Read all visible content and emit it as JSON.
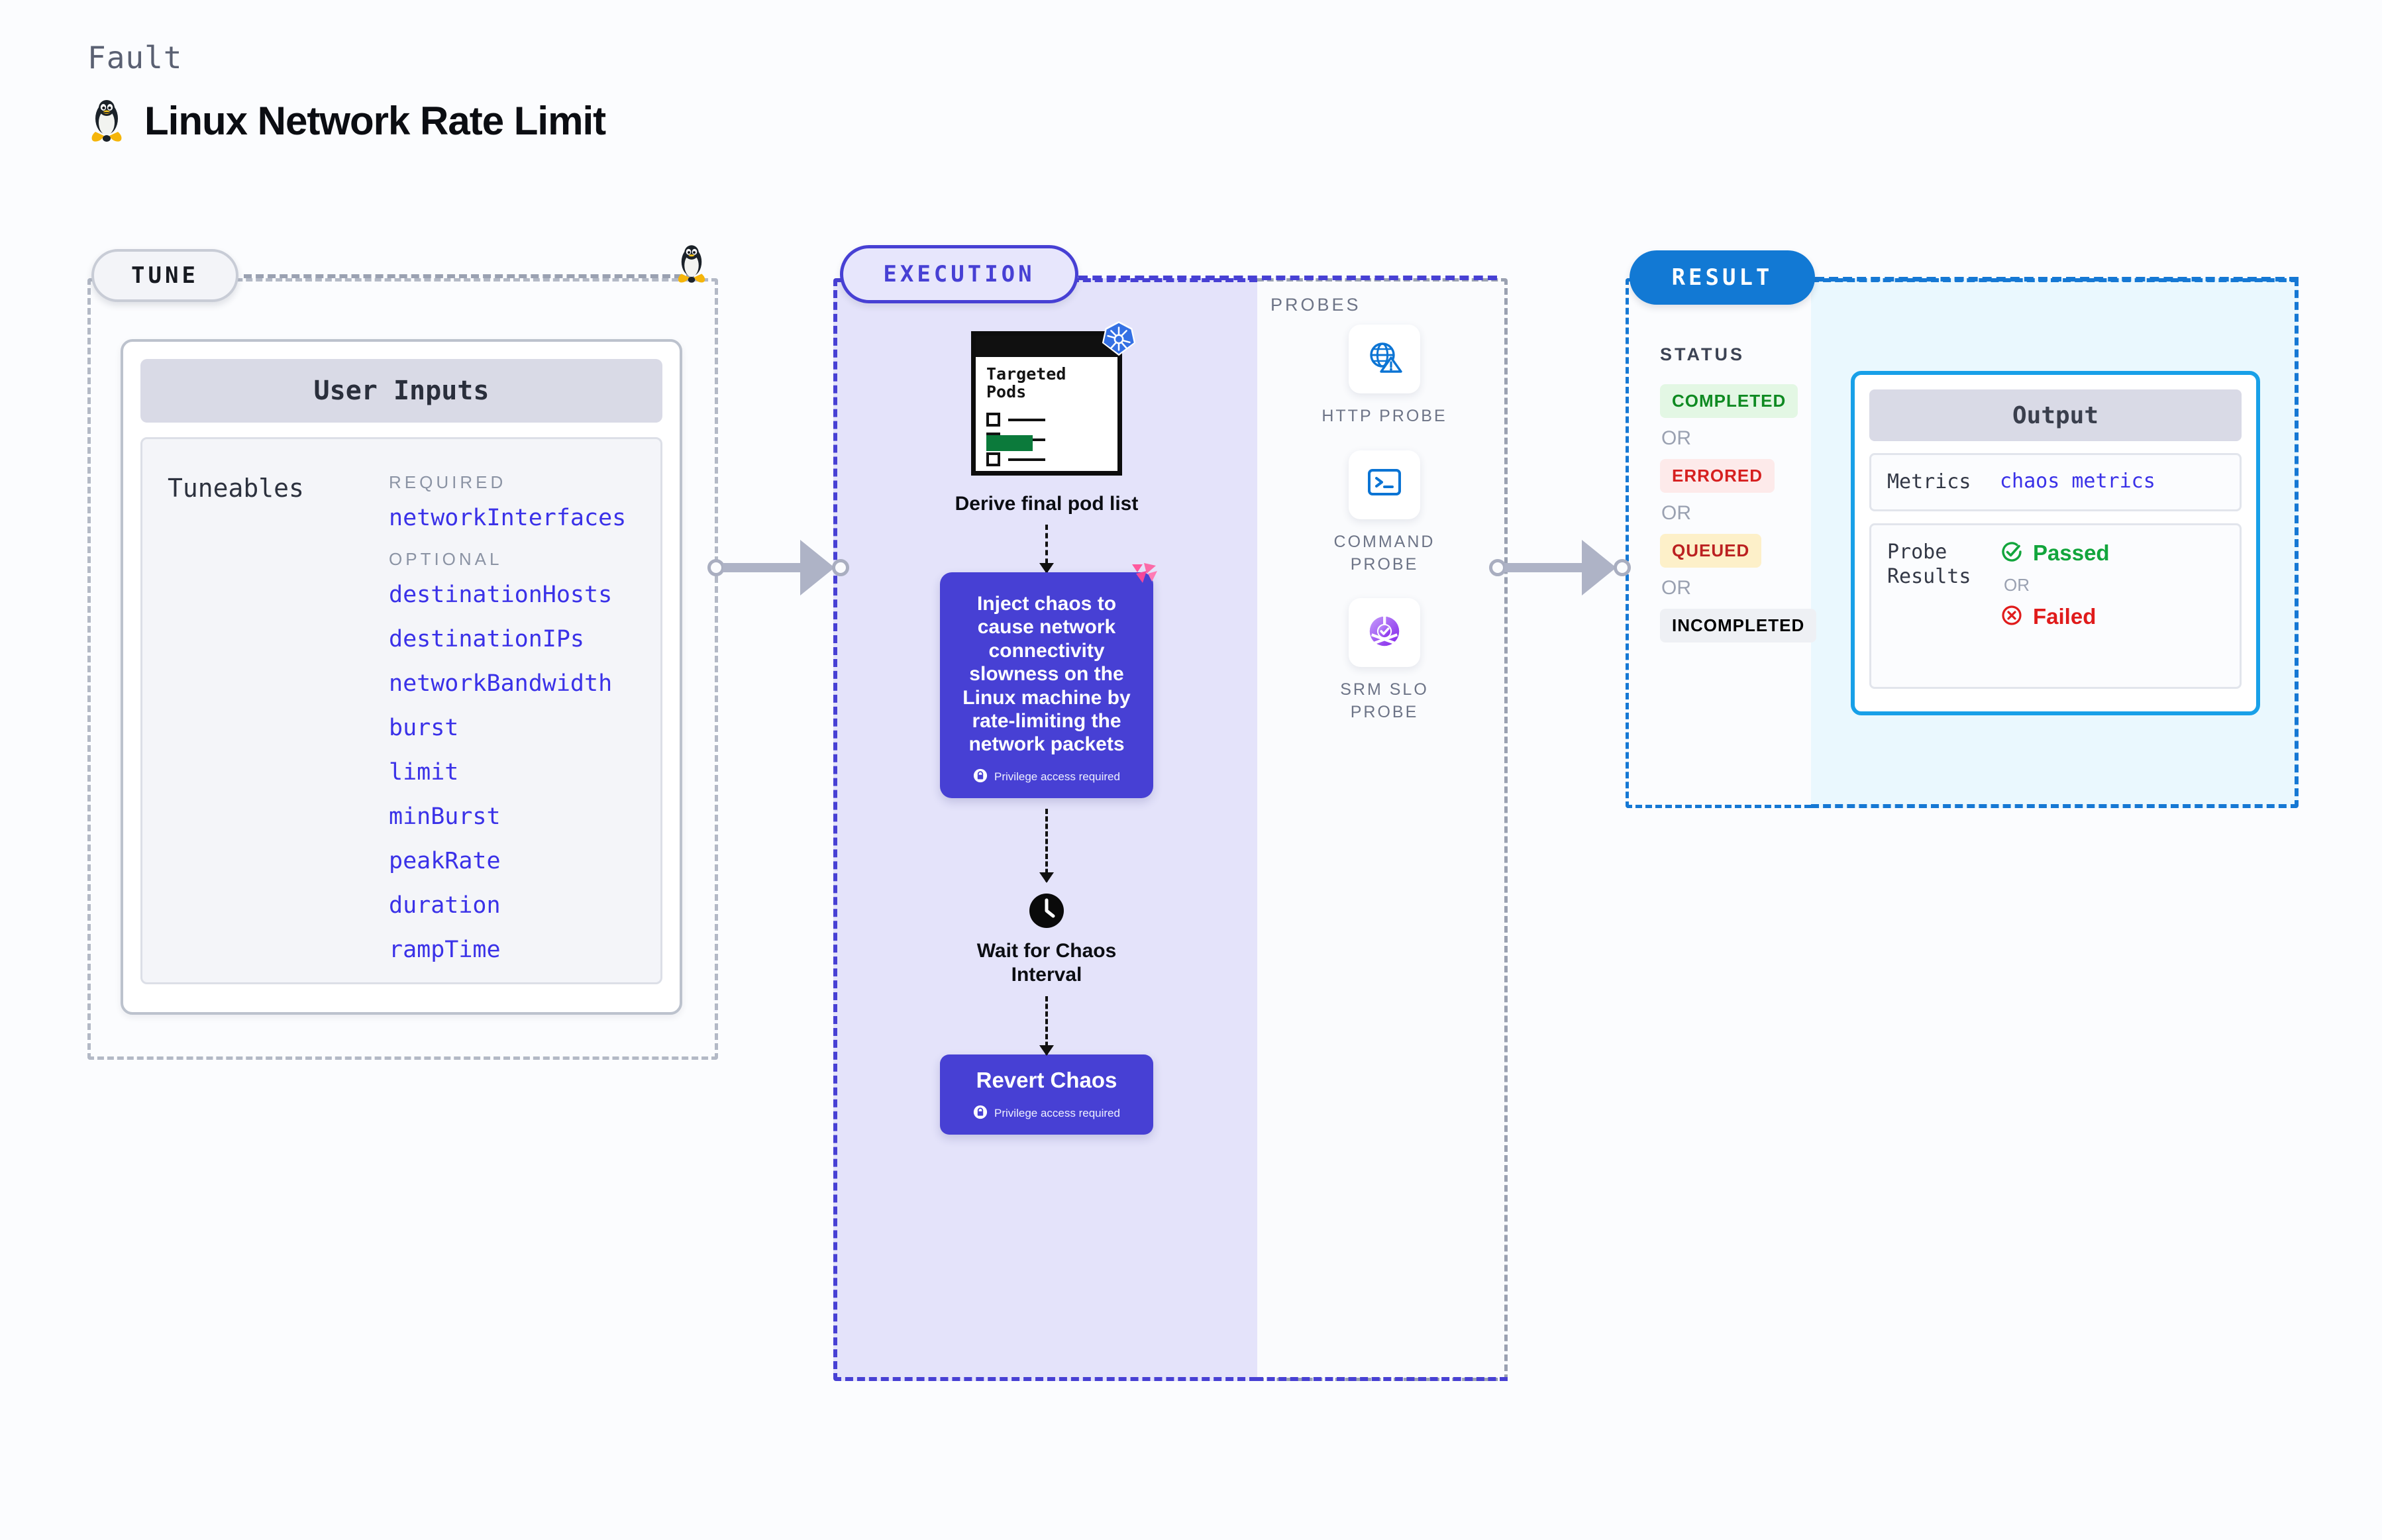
{
  "header": {
    "eyebrow": "Fault",
    "title": "Linux Network Rate Limit",
    "icon": "linux-penguin-icon"
  },
  "colors": {
    "indigo": "#4740d4",
    "blue": "#1578d4",
    "cyan_fill": "#eaf8fe",
    "lavender_fill": "#e4e3fa",
    "gray_dash": "#9aa1b1",
    "page_bg": "#fbfcfe"
  },
  "tune": {
    "pill_label": "TUNE",
    "card_title": "User Inputs",
    "tuneables_label": "Tuneables",
    "groups": [
      {
        "heading": "REQUIRED",
        "items": [
          "networkInterfaces"
        ]
      },
      {
        "heading": "OPTIONAL",
        "items": [
          "destinationHosts",
          "destinationIPs",
          "networkBandwidth",
          "burst",
          "limit",
          "minBurst",
          "peakRate",
          "duration",
          "rampTime"
        ]
      }
    ]
  },
  "execution": {
    "pill_label": "EXECUTION",
    "pods_card": {
      "title_line1": "Targeted",
      "title_line2": "Pods",
      "badge_icon": "kubernetes-icon"
    },
    "derive_label": "Derive final pod list",
    "chaos": {
      "text": "Inject chaos to cause network connectivity slowness on the Linux machine by rate-limiting the network packets",
      "privilege_note": "Privilege access required",
      "privilege_icon": "lock-icon",
      "corner_icon": "litmuschaos-icon"
    },
    "wait": {
      "icon": "clock-icon",
      "label_line1": "Wait for Chaos",
      "label_line2": "Interval"
    },
    "revert": {
      "title": "Revert Chaos",
      "privilege_note": "Privilege access required",
      "privilege_icon": "lock-icon"
    }
  },
  "probes": {
    "section_label": "PROBES",
    "items": [
      {
        "name": "HTTP PROBE",
        "icon": "globe-warning-icon"
      },
      {
        "name": "COMMAND PROBE",
        "icon": "terminal-icon"
      },
      {
        "name": "SRM SLO PROBE",
        "icon": "slo-donut-check-icon"
      }
    ]
  },
  "result": {
    "pill_label": "RESULT",
    "status_label": "STATUS",
    "or_label": "OR",
    "statuses": [
      {
        "label": "COMPLETED",
        "fg": "#0f8a22",
        "bg": "#e3f7e4"
      },
      {
        "label": "ERRORED",
        "fg": "#d61f1f",
        "bg": "#fdeaea"
      },
      {
        "label": "QUEUED",
        "fg": "#bb2121",
        "bg": "#fdf0c9"
      },
      {
        "label": "INCOMPLETED",
        "fg": "#6a7competence",
        "bg": "#eef0f4"
      }
    ],
    "output": {
      "title": "Output",
      "metrics_key": "Metrics",
      "metrics_value": "chaos metrics",
      "probe_results_key_line1": "Probe",
      "probe_results_key_line2": "Results",
      "passed_label": "Passed",
      "passed_icon": "check-circle-icon",
      "or_label": "OR",
      "failed_label": "Failed",
      "failed_icon": "x-circle-icon"
    }
  }
}
